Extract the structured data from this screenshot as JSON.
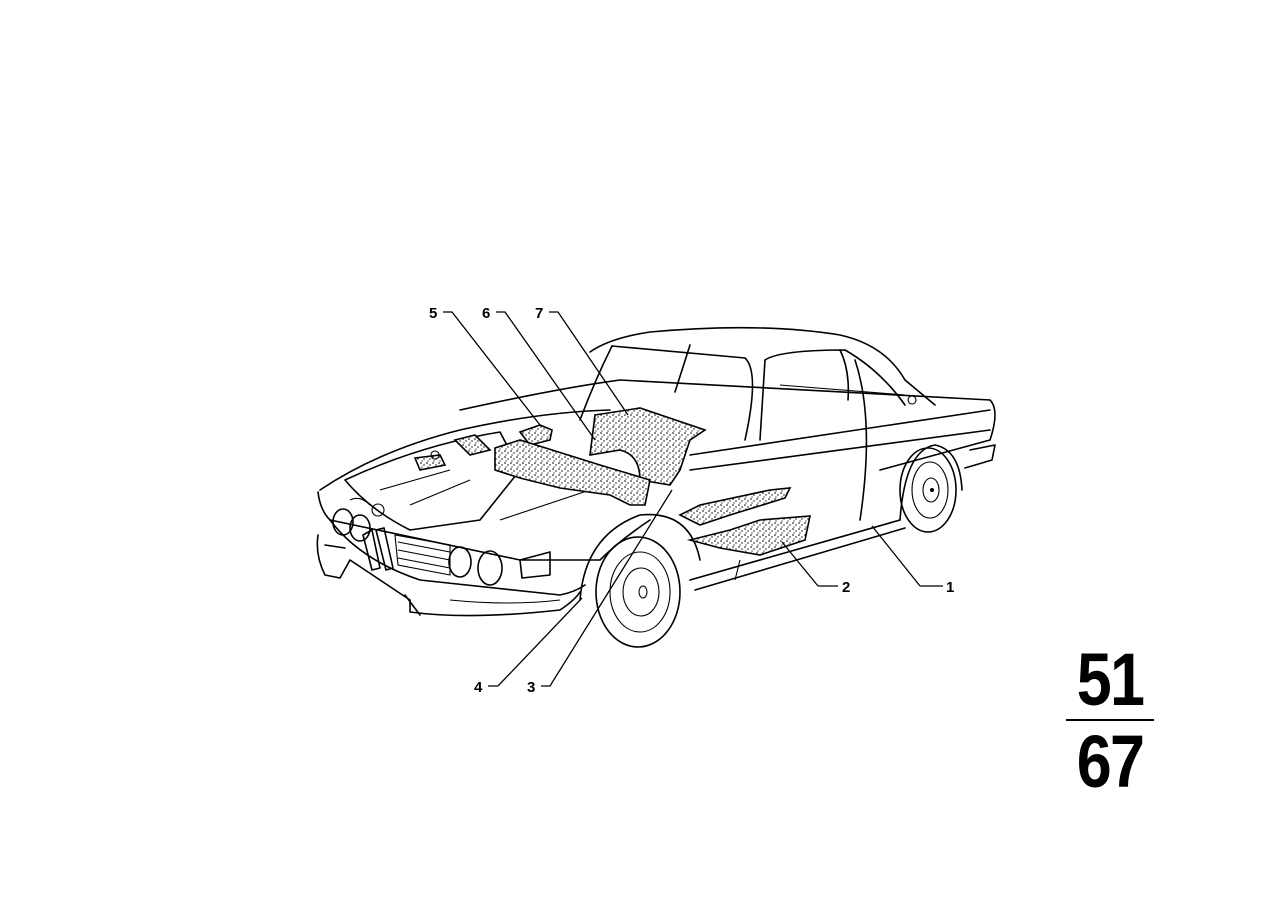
{
  "diagram": {
    "callouts": [
      "1",
      "2",
      "3",
      "4",
      "5",
      "6",
      "7"
    ],
    "page_number": {
      "top": "51",
      "bottom": "67"
    }
  }
}
